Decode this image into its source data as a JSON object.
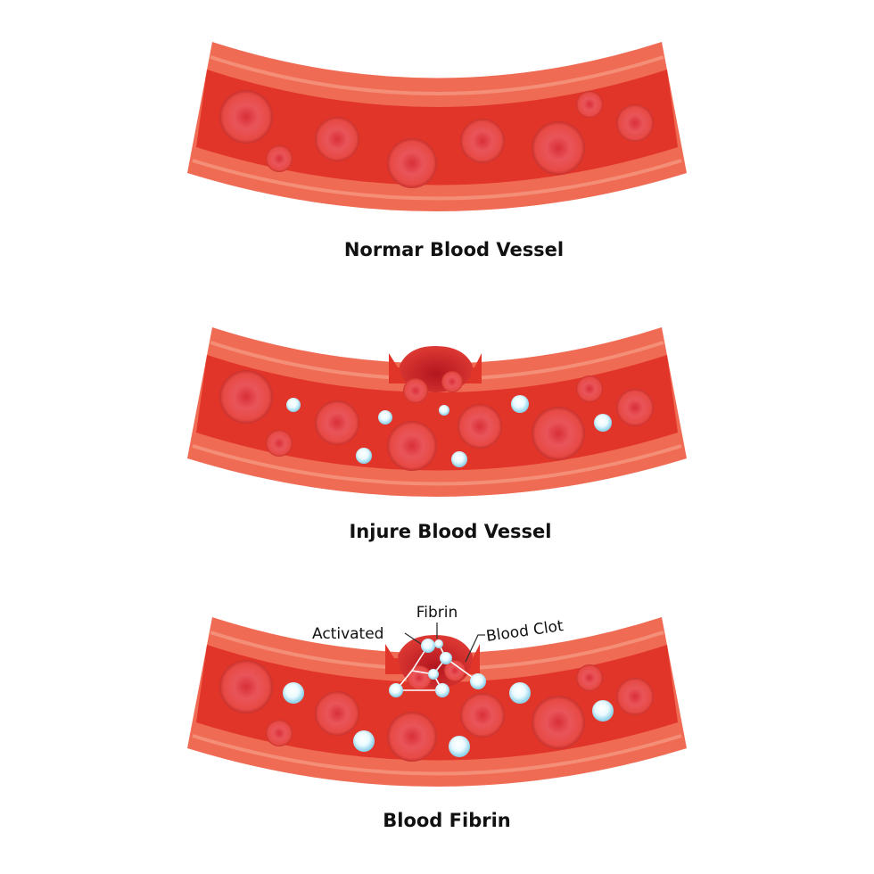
{
  "panels": [
    {
      "title": "Normar Blood Vessel",
      "state": "normal"
    },
    {
      "title": "Injure Blood Vessel",
      "state": "injured"
    },
    {
      "title": "Blood Fibrin",
      "state": "clotted"
    }
  ],
  "annotations": {
    "activated": "Activated",
    "fibrin": "Fibrin",
    "blood_clot": "Blood Clot"
  },
  "colors": {
    "vessel_wall": "#f06b53",
    "vessel_lumen": "#e2352a",
    "wall_highlight": "#f58e77",
    "red_cell": "#e8504a",
    "red_cell_center": "#cc2f35",
    "platelet": "#e6f8ff",
    "platelet_glow": "#9fdcee",
    "clot": "#c62026"
  }
}
